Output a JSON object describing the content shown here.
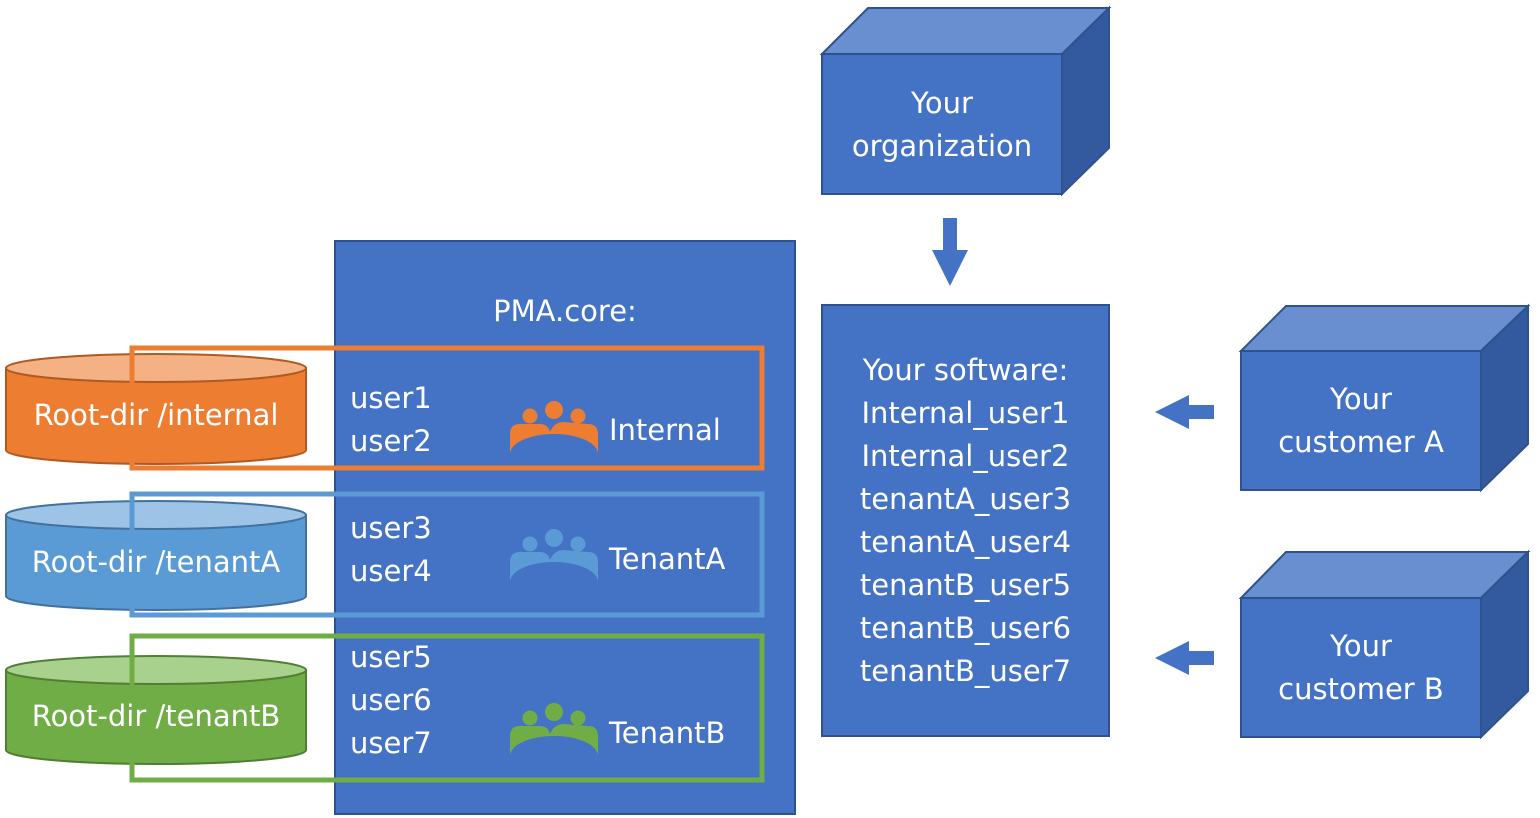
{
  "colors": {
    "box_blue": "#4472C4",
    "box_blue_top": "#6A8FD0",
    "box_blue_side": "#335A9E",
    "internal_orange": "#ED7D31",
    "internal_orange_light": "#F4B183",
    "tenantA_blue": "#5B9BD5",
    "tenantA_blue_light": "#9DC3E6",
    "tenantB_green": "#70AD47",
    "tenantB_green_light": "#A9D18E"
  },
  "organization": {
    "line1": "Your",
    "line2": "organization"
  },
  "customer_a": {
    "line1": "Your",
    "line2": "customer A"
  },
  "customer_b": {
    "line1": "Your",
    "line2": "customer B"
  },
  "pma": {
    "title": "PMA.core:",
    "groups": [
      {
        "name": "Internal",
        "users": [
          "user1",
          "user2"
        ],
        "root": "Root-dir /internal",
        "icon": "group-icon"
      },
      {
        "name": "TenantA",
        "users": [
          "user3",
          "user4"
        ],
        "root": "Root-dir /tenantA",
        "icon": "group-icon"
      },
      {
        "name": "TenantB",
        "users": [
          "user5",
          "user6",
          "user7"
        ],
        "root": "Root-dir /tenantB",
        "icon": "group-icon"
      }
    ]
  },
  "software": {
    "title": "Your software:",
    "users": [
      "Internal_user1",
      "Internal_user2",
      "tenantA_user3",
      "tenantA_user4",
      "tenantB_user5",
      "tenantB_user6",
      "tenantB_user7"
    ]
  }
}
